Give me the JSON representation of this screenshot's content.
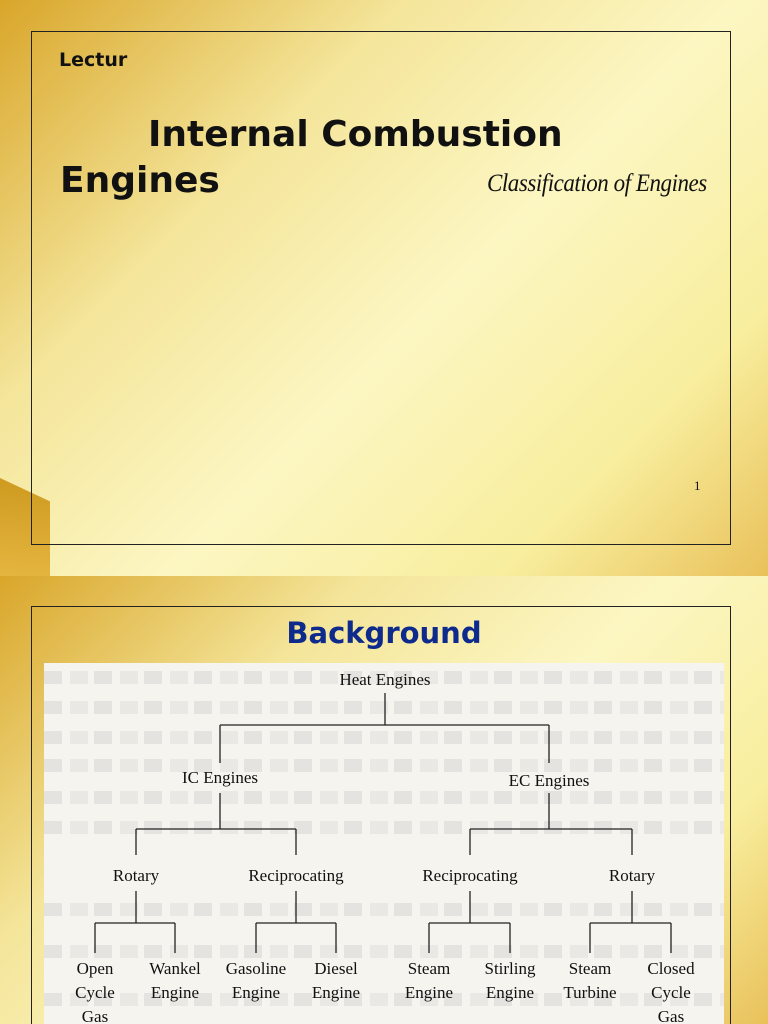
{
  "slide1": {
    "lecture_label": "Lectur",
    "title": "Internal Combustion Engines",
    "subtitle": "Classification of Engines",
    "page_number": "1"
  },
  "slide2": {
    "title": "Background",
    "diagram": {
      "root": "Heat Engines",
      "level1": [
        "IC Engines",
        "EC Engines"
      ],
      "level2": [
        "Rotary",
        "Reciprocating",
        "Reciprocating",
        "Rotary"
      ],
      "leaves": [
        [
          "Open",
          "Cycle",
          "Gas"
        ],
        [
          "Wankel",
          "Engine"
        ],
        [
          "Gasoline",
          "Engine"
        ],
        [
          "Diesel",
          "Engine"
        ],
        [
          "Steam",
          "Engine"
        ],
        [
          "Stirling",
          "Engine"
        ],
        [
          "Steam",
          "Turbine"
        ],
        [
          "Closed",
          "Cycle",
          "Gas"
        ]
      ]
    }
  }
}
